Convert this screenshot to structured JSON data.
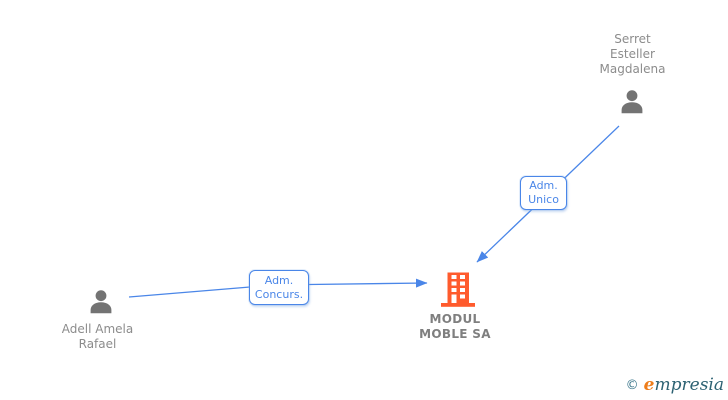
{
  "diagram": {
    "nodes": [
      {
        "id": "person-serret",
        "type": "person",
        "icon": "person-icon",
        "label": "Serret Esteller Magdalena",
        "label_lines": [
          "Serret",
          "Esteller",
          "Magdalena"
        ]
      },
      {
        "id": "company-modul",
        "type": "company",
        "icon": "building-icon",
        "label": "MODUL MOBLE SA",
        "label_lines": [
          "MODUL",
          "MOBLE SA"
        ]
      },
      {
        "id": "person-adell",
        "type": "person",
        "icon": "person-icon",
        "label": "Adell Amela Rafael",
        "label_lines": [
          "Adell Amela",
          "Rafael"
        ]
      }
    ],
    "edges": [
      {
        "from": "person-serret",
        "to": "company-modul",
        "label": "Adm. Unico",
        "label_lines": [
          "Adm.",
          "Unico"
        ]
      },
      {
        "from": "person-adell",
        "to": "company-modul",
        "label": "Adm. Concurs.",
        "label_lines": [
          "Adm.",
          "Concurs."
        ]
      }
    ]
  },
  "footer": {
    "copyright_symbol": "©",
    "brand": "empresia",
    "brand_initial": "e",
    "brand_rest": "mpresia"
  },
  "colors": {
    "edge_blue": "#4a86e8",
    "building_orange": "#ff5b2d",
    "person_gray": "#737373",
    "label_gray": "#8c8c8c",
    "company_label_gray": "#7f7f7f",
    "logo_teal": "#2d6273",
    "logo_orange": "#ee7d1a",
    "background": "#ffffff"
  }
}
